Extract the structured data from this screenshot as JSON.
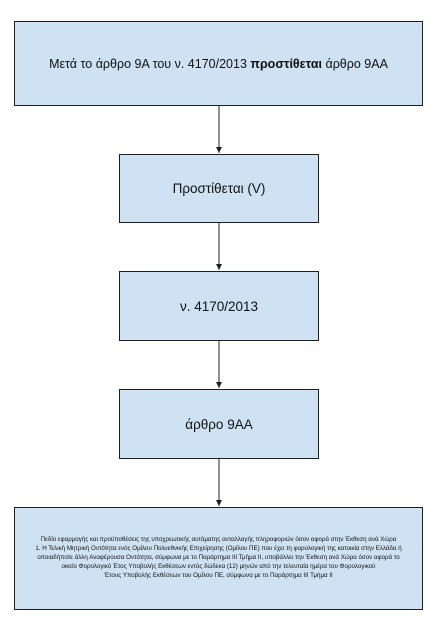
{
  "boxes": {
    "b1": {
      "pre": "Μετά το άρθρο 9Α του ν. 4170/2013 ",
      "bold": "προστίθεται",
      "post": " άρθρο 9ΑΑ"
    },
    "b2": "Προστίθεται (V)",
    "b3": "ν. 4170/2013",
    "b4": "άρθρο 9ΑΑ",
    "b5": {
      "l1": "Πεδίο εφαρμογής και προϋποθέσεις της υποχρεωτικής αυτόματης ανταλλαγής πληροφοριών όσον αφορά στην Έκθεση ανά Χώρα",
      "l2": "1. Η Τελική Μητρική Οντότητα ενός Ομίλου Πολυεθνικής Επιχείρησης (Ομίλου ΠΕ) που έχει τη φορολογική της κατοικία στην Ελλάδα ή οποιαδήποτε άλλη Αναφέρουσα Οντότητα, σύμφωνα με το Παράρτημα ΙΙΙ Τμήμα ΙΙ, υποβάλλει την Έκθεση ανά Χώρα όσον αφορά το οικείο Φορολογικό Έτος Υποβολής Εκθέσεων εντός δώδεκα (12) μηνών από την τελευταία ημέρα του Φορολογικού",
      "l3": "Έτους Υποβολής Εκθέσεων του Ομίλου ΠΕ, σύμφωνα με το Παράρτημα ΙΙΙ Τμήμα ΙΙ"
    }
  }
}
